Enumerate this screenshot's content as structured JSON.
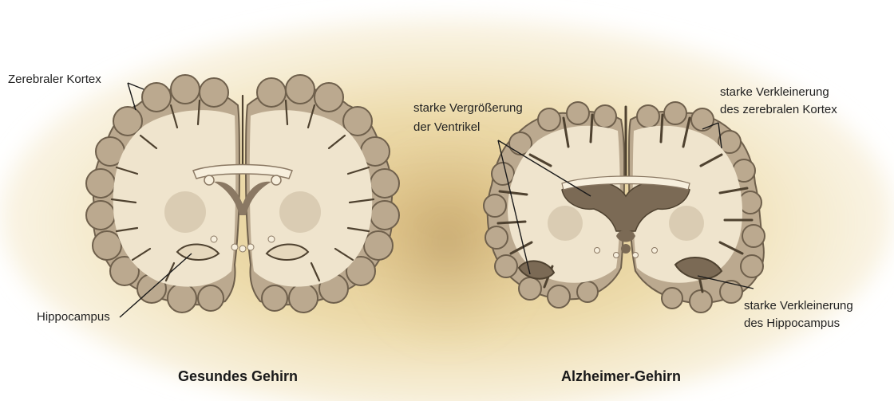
{
  "labels": {
    "healthy_cortex": "Zerebraler Kortex",
    "healthy_hippocampus": "Hippocampus",
    "ventricles_line1": "starke Vergrößerung",
    "ventricles_line2": "der Ventrikel",
    "cortex_shrink_line1": "starke Verkleinerung",
    "cortex_shrink_line2": "des zerebralen Kortex",
    "hippo_shrink_line1": "starke Verkleinerung",
    "hippo_shrink_line2": "des Hippocampus"
  },
  "captions": {
    "healthy": "Gesundes Gehirn",
    "alzheimer": "Alzheimer-Gehirn"
  },
  "colors": {
    "grey_matter": "#bba98f",
    "white_matter": "#efe4cd",
    "outline": "#7a6a55",
    "ventricle": "#8a7863",
    "background_glow": "#e8cf8a"
  }
}
